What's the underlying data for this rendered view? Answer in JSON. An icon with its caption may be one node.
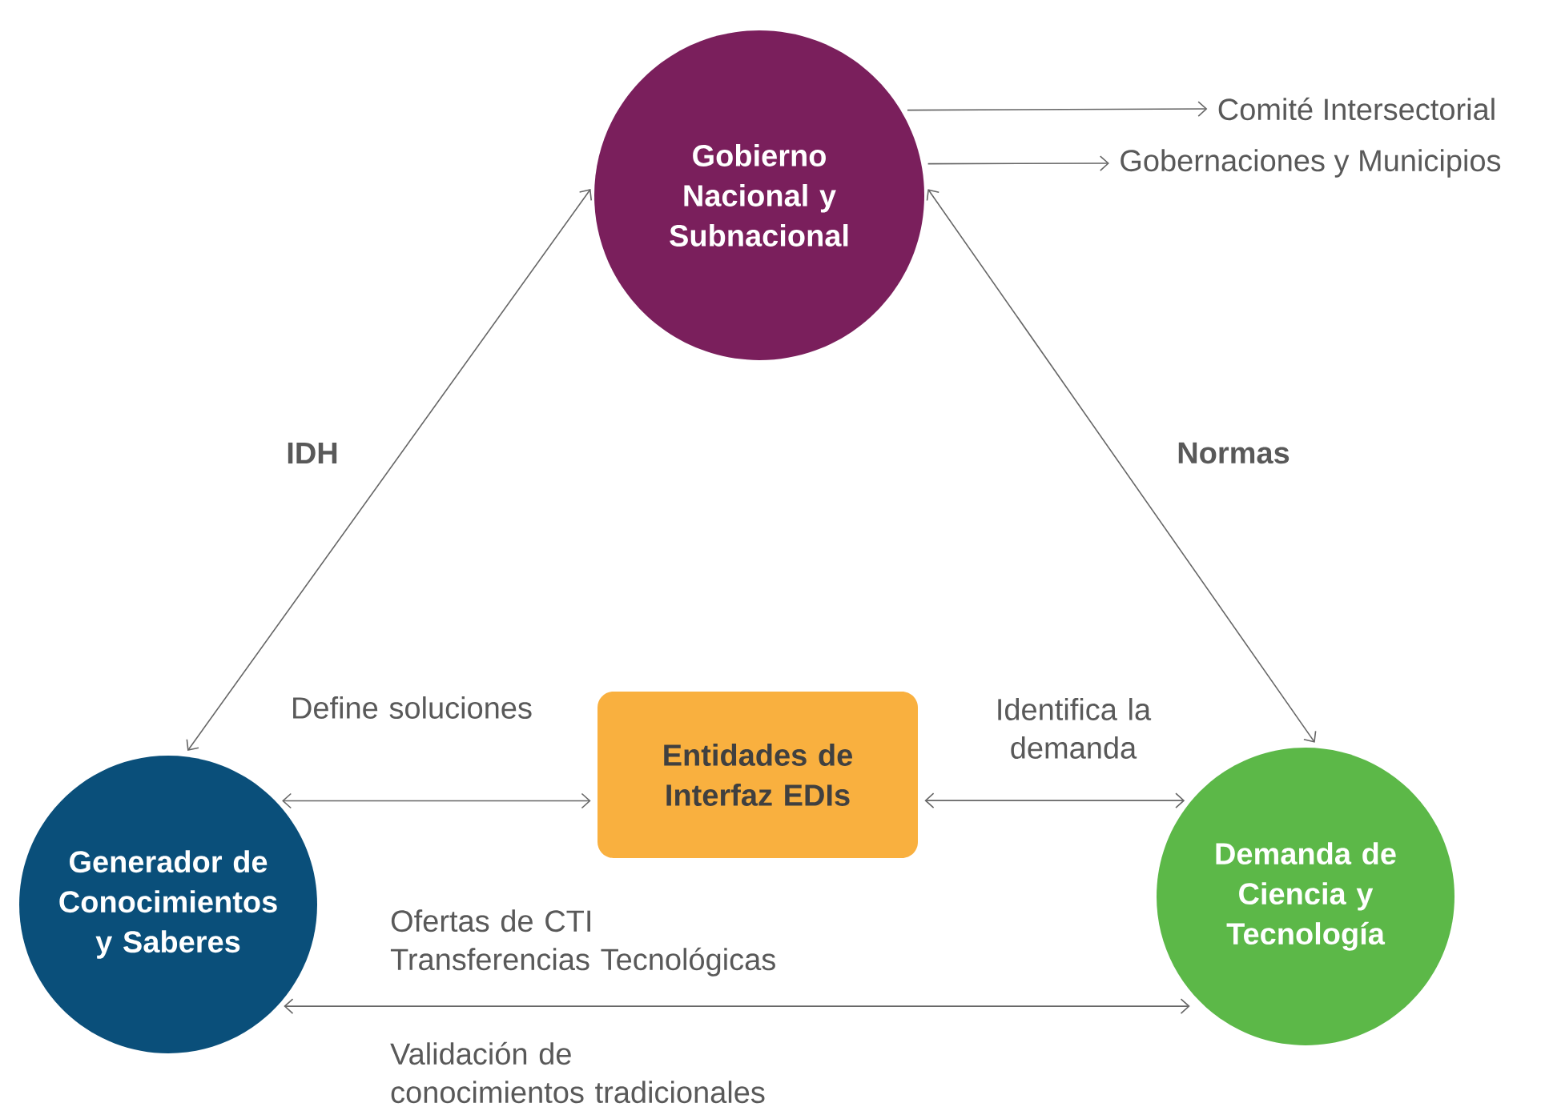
{
  "diagram": {
    "nodes": [
      {
        "text": [
          "Gobierno Nacional y Subnacional"
        ]
      },
      {
        "text": [
          "Comité Intersectorial"
        ]
      },
      {
        "text": [
          "Gobernaciones y Municipios"
        ]
      },
      {
        "text": [
          "Generador de Conocimientos y Saberes"
        ]
      },
      {
        "text": [
          "Entidades de Interfaz EDIs"
        ]
      },
      {
        "text": [
          "Demanda de Ciencia y Tecnología"
        ]
      }
    ],
    "edges": [
      {
        "from": 0,
        "to": 1,
        "arrow": "to"
      },
      {
        "from": 0,
        "to": 2,
        "arrow": "to"
      },
      {
        "from": 0,
        "to": 3,
        "arrow": "both",
        "label": "IDH"
      },
      {
        "from": 0,
        "to": 5,
        "arrow": "both",
        "label": "Normas"
      },
      {
        "from": 3,
        "to": 4,
        "arrow": "both",
        "label": "Define soluciones"
      },
      {
        "from": 4,
        "to": 5,
        "arrow": "both",
        "label": "Identifica la demanda"
      },
      {
        "from": 3,
        "to": 5,
        "arrow": "both",
        "label": "Ofertas de CTI Transferencias Tecnológicas"
      }
    ],
    "labels": [
      "Validación de conocimientos tradicionales"
    ]
  }
}
